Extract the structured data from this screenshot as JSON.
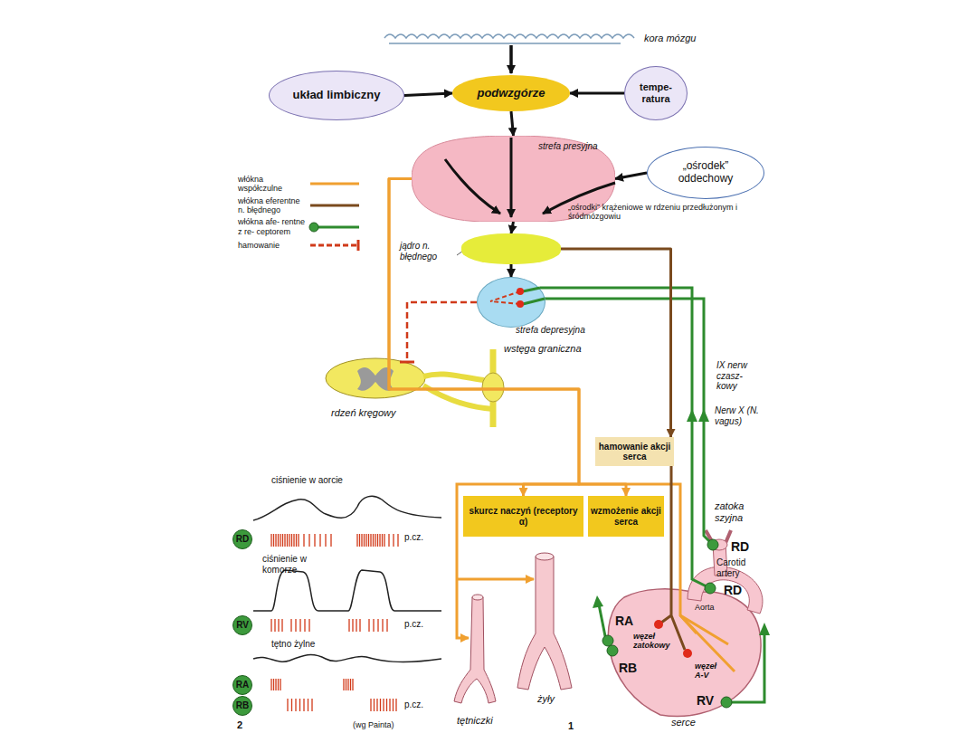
{
  "diagram": {
    "nodes": [
      {
        "text": [
          "układ limbiczny"
        ]
      },
      {
        "text": [
          "podwzgórze"
        ]
      },
      {
        "text": [
          "tempe- ratura"
        ]
      },
      {
        "text": [
          "strefa presyjna"
        ]
      },
      {
        "text": [
          "„ośrodek” oddechowy"
        ]
      },
      {
        "text": [
          "jądro n. błędnego"
        ]
      },
      {
        "text": [
          "strefa depresyjna"
        ]
      },
      {
        "text": [
          "hamowanie akcji serca"
        ]
      },
      {
        "text": [
          "skurcz naczyń (receptory α)"
        ]
      },
      {
        "text": [
          "wzmożenie akcji serca"
        ]
      },
      {
        "text": [
          "RD"
        ]
      },
      {
        "text": [
          "RV"
        ]
      },
      {
        "text": [
          "RA"
        ]
      },
      {
        "text": [
          "RB"
        ]
      }
    ],
    "edges": [
      {
        "from": 0,
        "to": 1,
        "arrow": "to"
      },
      {
        "from": 2,
        "to": 1,
        "arrow": "to"
      },
      {
        "from": 1,
        "to": 3,
        "arrow": "to"
      },
      {
        "from": 4,
        "to": 3,
        "arrow": "to"
      },
      {
        "from": 3,
        "to": 5,
        "arrow": "to"
      },
      {
        "from": 5,
        "to": 6,
        "arrow": "to"
      },
      {
        "from": 5,
        "to": 7,
        "arrow": "to"
      },
      {
        "from": 3,
        "to": 8,
        "arrow": "to"
      },
      {
        "from": 3,
        "to": 9,
        "arrow": "to"
      }
    ],
    "labels": [
      "kora mózgu",
      "„ośrodki” krążeniowe w rdzeniu przedłużonym i śródmózgowiu",
      "wstęga graniczna",
      "rdzeń kręgowy",
      "IX nerw czasz- kowy",
      "Nerw X (N. vagus)",
      "zatoka szyjna",
      "RD",
      "Carotid artery",
      "RD",
      "Aorta",
      "RA",
      "węzeł zatokowy",
      "RB",
      "węzeł A-V",
      "RV",
      "serce",
      "tętniczki",
      "żyły",
      "ciśnienie w aorcie",
      "p.cz.",
      "ciśnienie w komorze",
      "p.cz.",
      "tętno żylne",
      "p.cz.",
      "2",
      "(wg Painta)",
      "1"
    ],
    "legend": [
      {
        "text": "włókna współczulne"
      },
      {
        "text": "włókna eferentne n. błędnego"
      },
      {
        "text": "włókna afe- rentne z re- ceptorem"
      },
      {
        "text": "hamowanie"
      }
    ]
  }
}
